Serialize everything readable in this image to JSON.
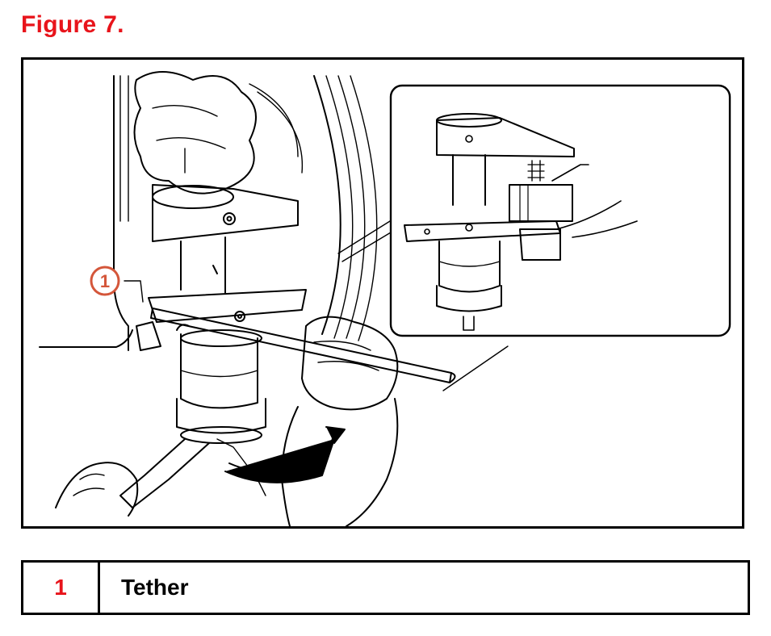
{
  "figure": {
    "title": "Figure 7.",
    "callout_number": "1",
    "callout_color": "#d4563a",
    "title_color": "#e8141b"
  },
  "legend": {
    "rows": [
      {
        "number": "1",
        "label": "Tether"
      }
    ]
  }
}
